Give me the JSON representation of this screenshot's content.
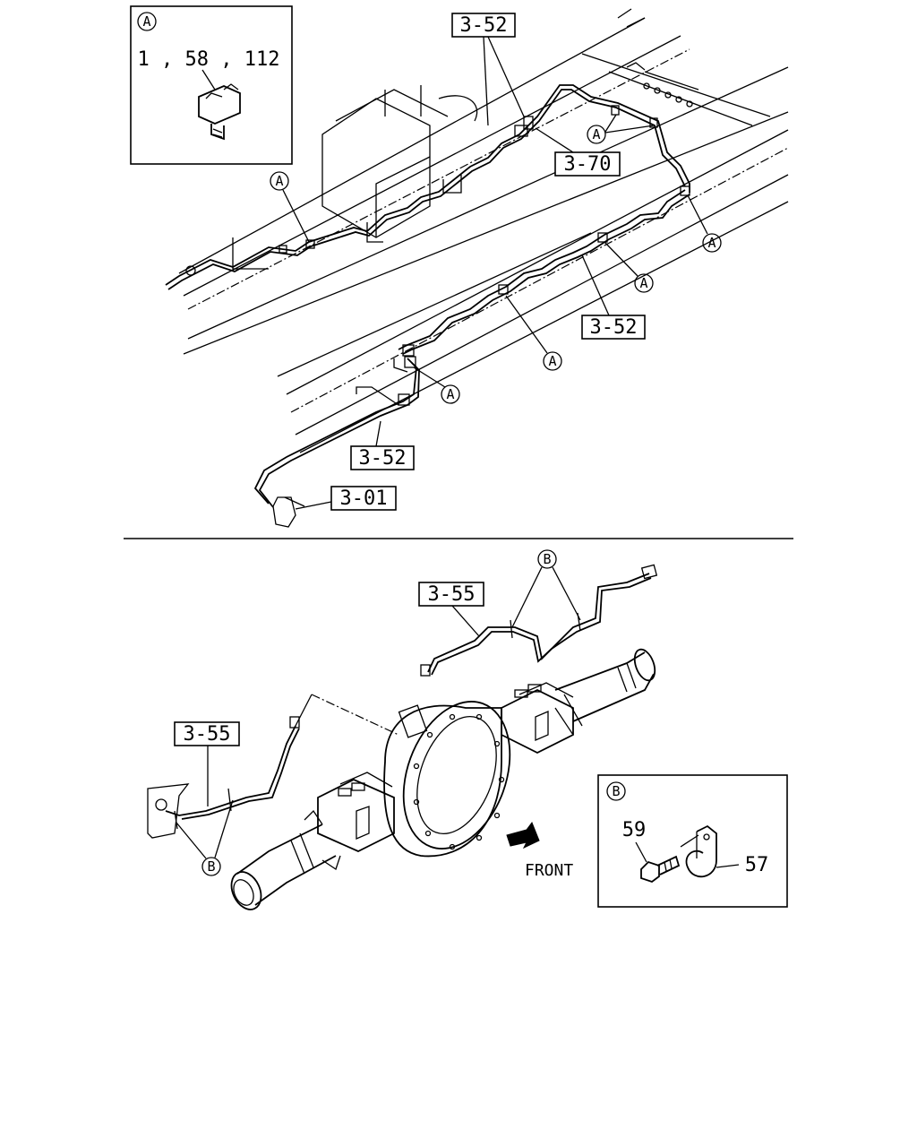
{
  "detail_a": {
    "marker": "A",
    "parts": "1 , 58 , 112"
  },
  "detail_b": {
    "marker": "B",
    "bolt": "59",
    "clip": "57"
  },
  "refs": {
    "r352_top": "3-52",
    "r370": "3-70",
    "r352_mid": "3-52",
    "r352_low": "3-52",
    "r301": "3-01",
    "r355_top": "3-55",
    "r355_left": "3-55"
  },
  "markers": {
    "a": "A",
    "b": "B"
  },
  "front_label": "FRONT"
}
